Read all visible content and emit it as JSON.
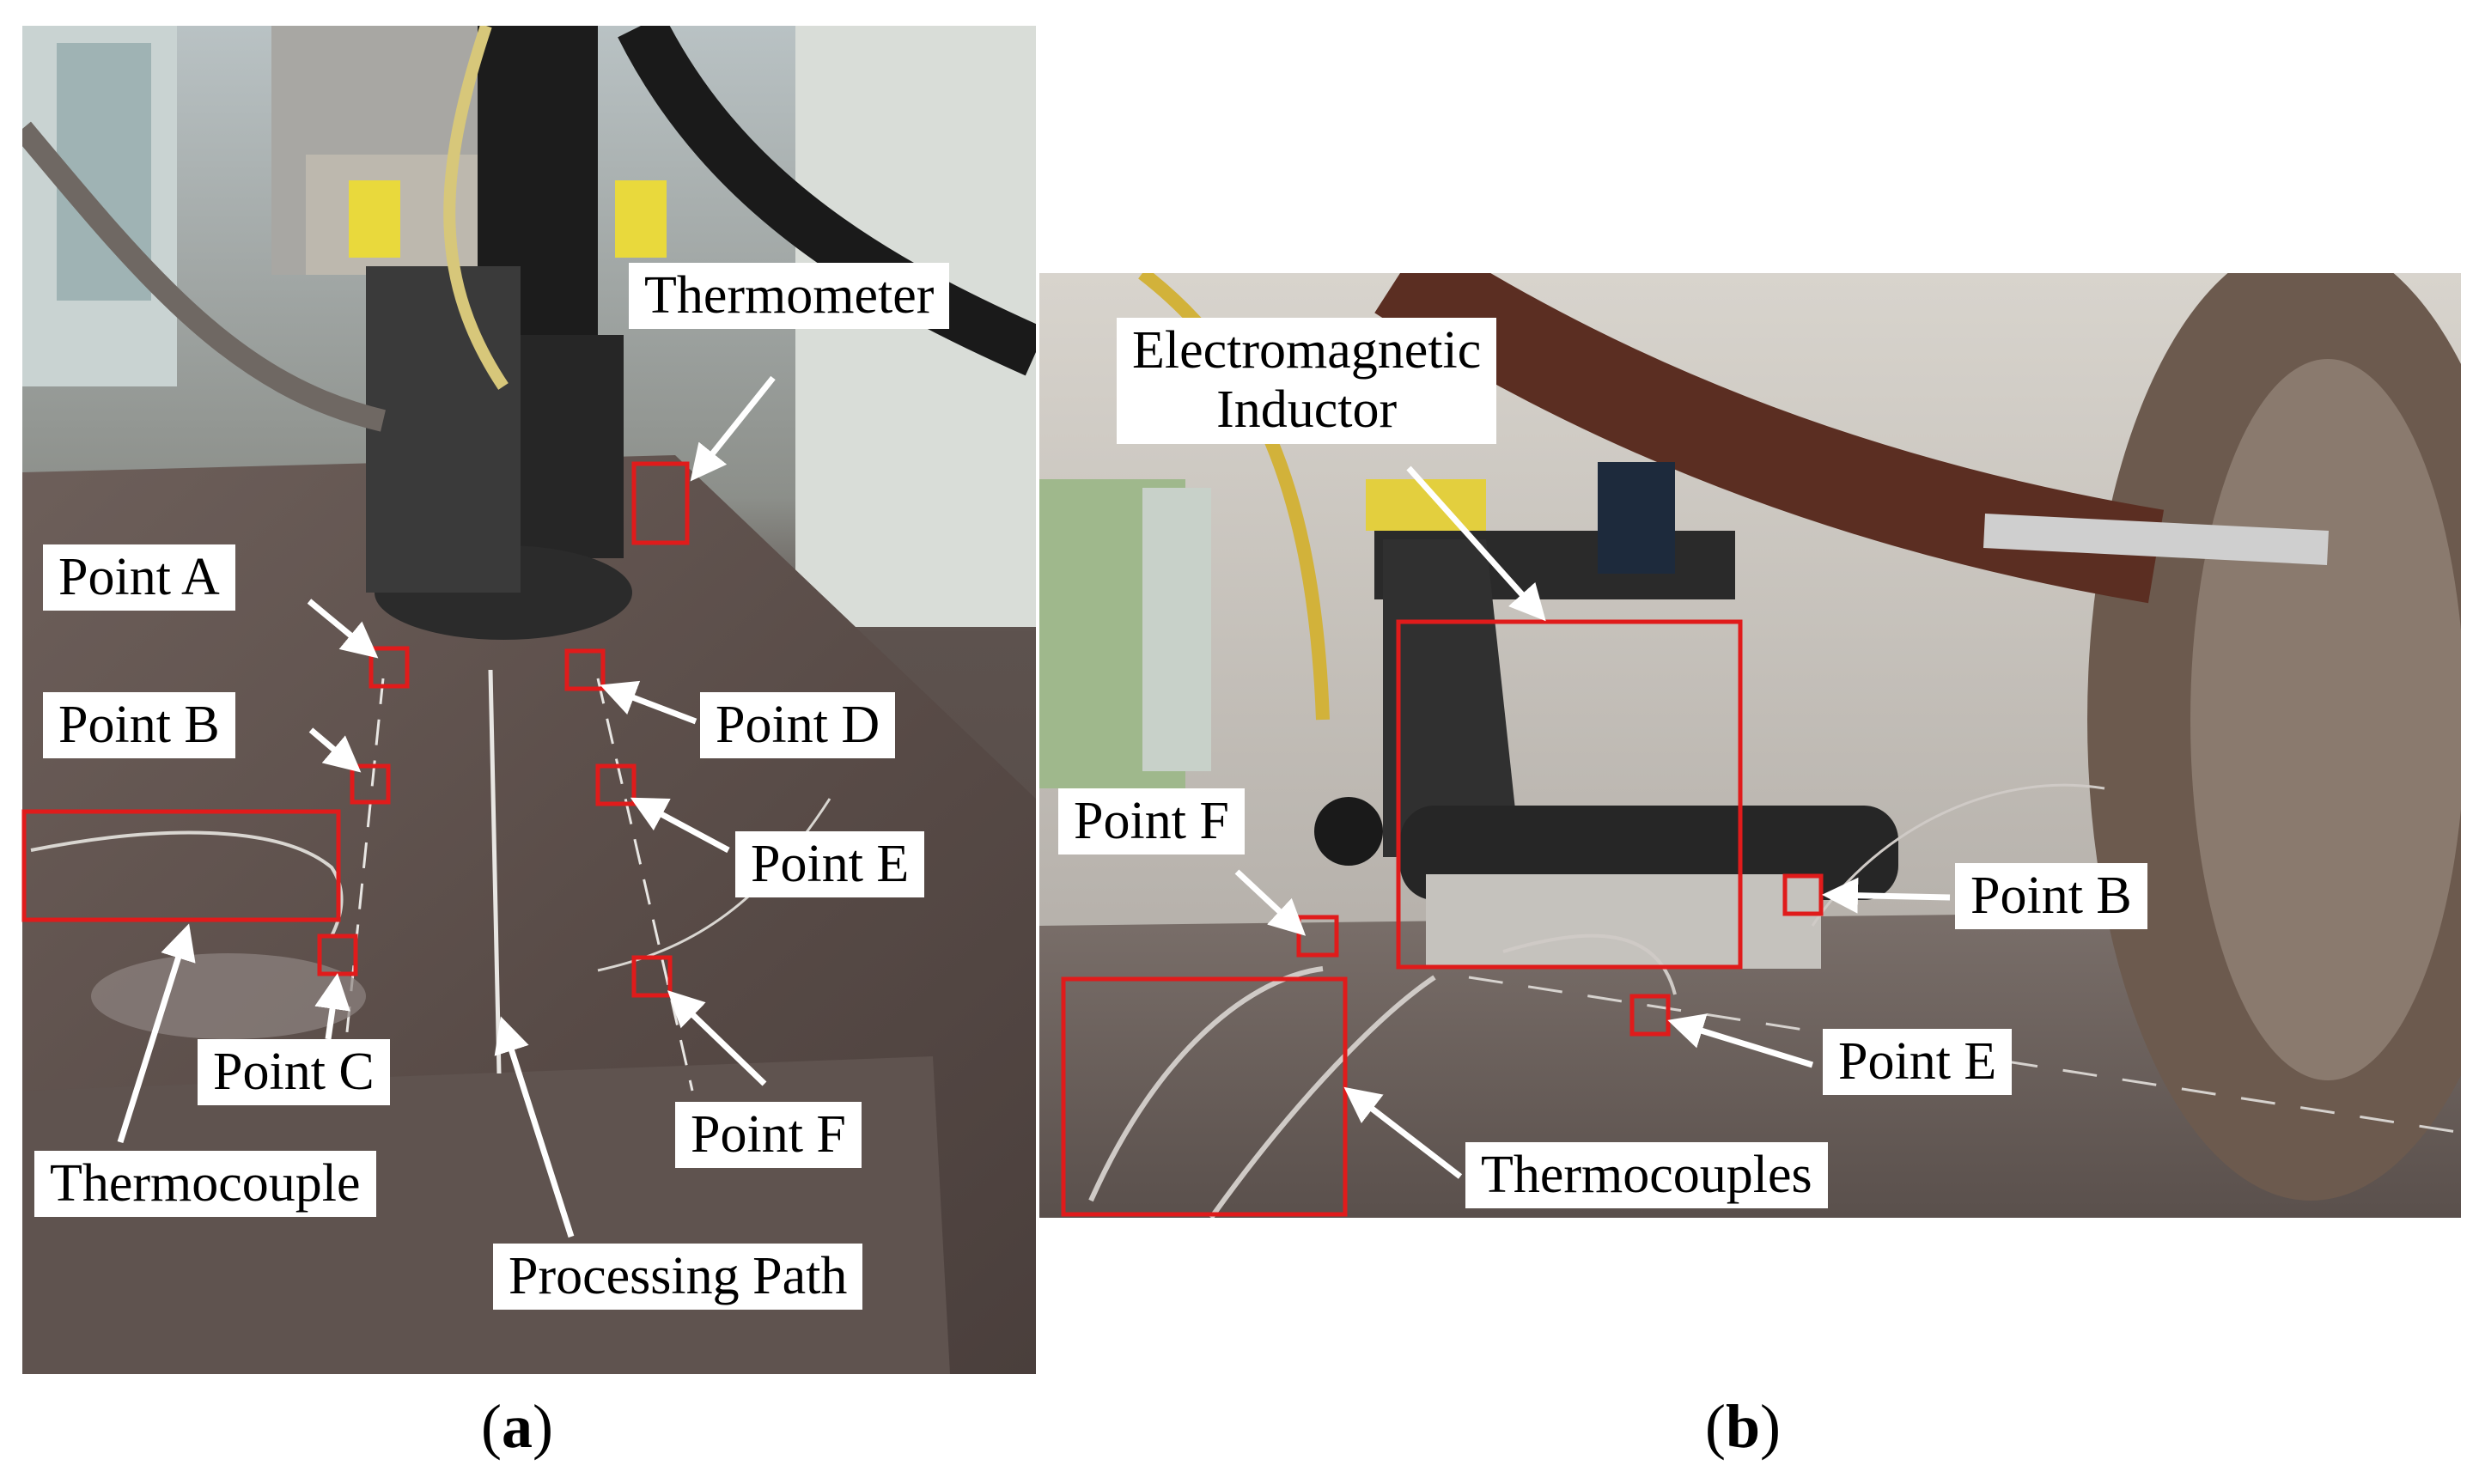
{
  "panels": [
    {
      "id": "a",
      "caption_open": "(",
      "caption_letter": "a",
      "caption_close": ")",
      "labels": {
        "thermometer": "Thermometer",
        "point_a": "Point A",
        "point_b": "Point B",
        "point_c": "Point C",
        "point_d": "Point D",
        "point_e": "Point E",
        "point_f": "Point F",
        "thermocouple": "Thermocouple",
        "processing_path": "Processing Path"
      }
    },
    {
      "id": "b",
      "caption_open": "(",
      "caption_letter": "b",
      "caption_close": ")",
      "labels": {
        "inductor_line1": "Electromagnetic",
        "inductor_line2": "Inductor",
        "point_f": "Point F",
        "point_b": "Point B",
        "point_e": "Point E",
        "thermocouples": "Thermocouples"
      }
    }
  ],
  "colors": {
    "highlight_box": "#e01b1b",
    "arrow": "#ffffff",
    "label_bg": "#ffffff",
    "steel_plate": "#5a4d48"
  }
}
